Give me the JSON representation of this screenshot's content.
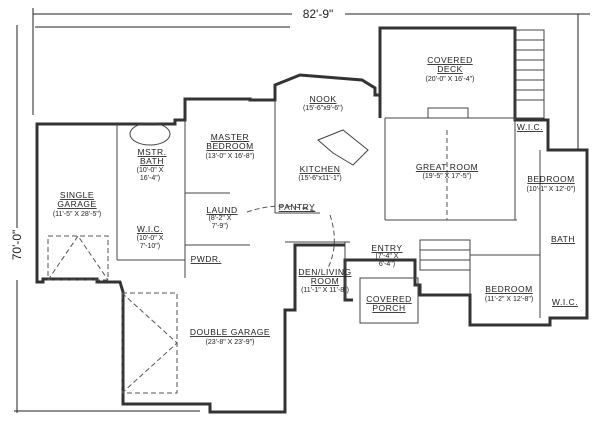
{
  "plan": {
    "overall_width": "82'-9\"",
    "overall_depth": "70'-0\"",
    "rooms": {
      "covered_deck": {
        "name": "COVERED",
        "name2": "DECK",
        "size": "(20'-0\" X 16'-4\")"
      },
      "nook": {
        "name": "NOOK",
        "size": "(15'-6\"x9'-6\")"
      },
      "master_bedroom": {
        "name": "MASTER",
        "name2": "BEDROOM",
        "size": "(13'-0\" X 16'-8\")"
      },
      "mstr_bath": {
        "name": "MSTR.",
        "name2": "BATH",
        "size": "(10'-0\" X",
        "size2": "16'-4\")"
      },
      "kitchen": {
        "name": "KITCHEN",
        "size": "(15'-6\"x11'-1\")"
      },
      "great_room": {
        "name": "GREAT ROOM",
        "size": "(19'-5\" X 17'-5\")"
      },
      "bedroom_1": {
        "name": "BEDROOM",
        "size": "(10'-1\" X 12'-0\")"
      },
      "wic_1": {
        "name": "W.I.C."
      },
      "single_garage": {
        "name": "SINGLE",
        "name2": "GARAGE",
        "size": "(11'-5\" X 28'-5\")"
      },
      "wic_master": {
        "name": "W.I.C.",
        "size": "(10'-0\" X",
        "size2": "7'-10\")"
      },
      "laund": {
        "name": "LAUND",
        "size": "(8'-2\" X",
        "size2": "7'-9\")"
      },
      "pantry": {
        "name": "PANTRY"
      },
      "pwdr": {
        "name": "PWDR."
      },
      "entry": {
        "name": "ENTRY",
        "size": "(7'-4\" X",
        "size2": "6'-4\")"
      },
      "den_living": {
        "name": "DEN/LIVING",
        "name2": "ROOM",
        "size": "(11'-1\" X 11'-8\")"
      },
      "covered_porch": {
        "name": "COVERED",
        "name2": "PORCH"
      },
      "bath": {
        "name": "BATH"
      },
      "bedroom_2": {
        "name": "BEDROOM",
        "size": "(11'-2\" X 12'-8\")"
      },
      "wic_2": {
        "name": "W.I.C."
      },
      "double_garage": {
        "name": "DOUBLE GARAGE",
        "size": "(23'-8\" X 23'-9\")"
      }
    }
  }
}
